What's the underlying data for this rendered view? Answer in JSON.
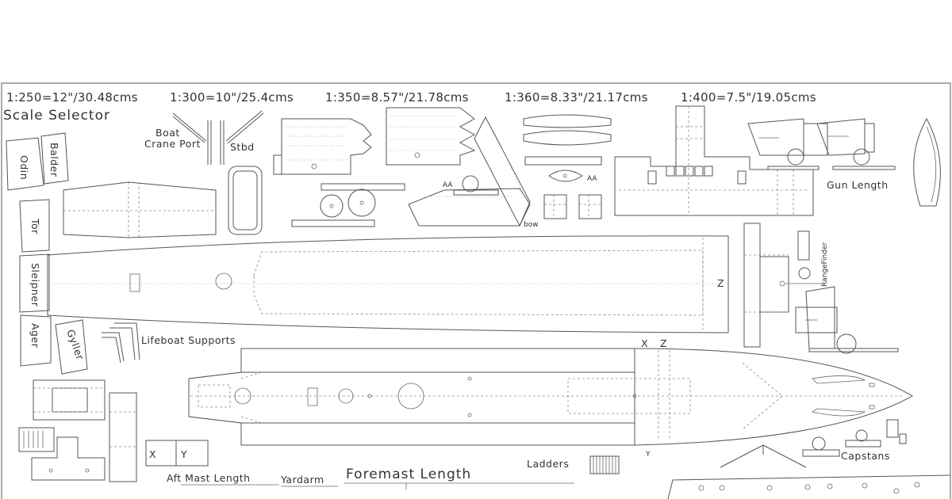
{
  "scales": [
    "1:250=12\"/30.48cms",
    "1:300=10\"/25.4cms",
    "1:350=8.57\"/21.78cms",
    "1:360=8.33\"/21.17cms",
    "1:400=7.5\"/19.05cms"
  ],
  "title": "Scale Selector",
  "labels": {
    "boat_crane_port_1": "Boat",
    "boat_crane_port_2": "Crane Port",
    "stbd": "Stbd",
    "gun_length": "Gun Length",
    "aa_left": "AA",
    "aa_right": "AA",
    "bow": "bow",
    "rangefinder": "RangeFinder",
    "lifeboat_supports": "Lifeboat Supports",
    "x_mark": "X",
    "z_mark": "Z",
    "z_hull": "Z",
    "y_mark": "Y",
    "ladders": "Ladders",
    "capstans": "Capstans",
    "aft_mast_length": "Aft Mast Length",
    "yardarm": "Yardarm",
    "foremast_length": "Foremast Length",
    "box_x": "X",
    "box_y": "Y"
  },
  "boats": [
    "Odin",
    "Balder",
    "Tor",
    "Sleipner",
    "Ager",
    "Gyller"
  ]
}
